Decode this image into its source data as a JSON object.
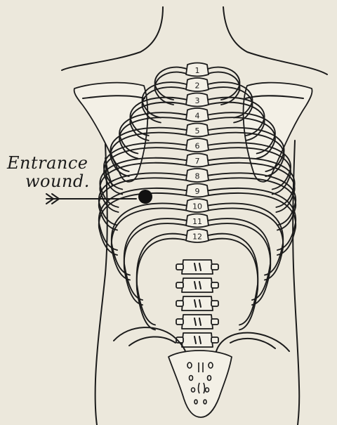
{
  "annotation": {
    "line1": "Entrance",
    "line2": "wound."
  },
  "vertebra_numbers": [
    "1",
    "2",
    "3",
    "4",
    "5",
    "6",
    "7",
    "8",
    "9",
    "10",
    "11",
    "12"
  ],
  "colors": {
    "paper": "#ece8dc",
    "ink": "#1b1b1b",
    "bone_fill": "#f3f0e6",
    "wound": "#111111"
  }
}
